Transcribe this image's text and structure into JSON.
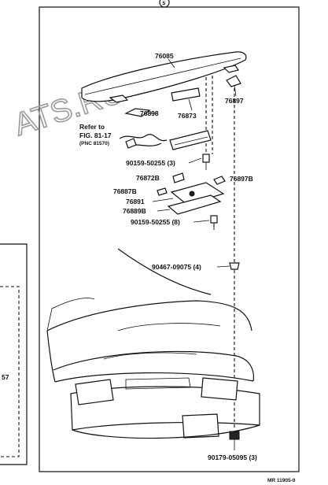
{
  "header": {
    "circle_label": "5"
  },
  "watermark": "ATS.RU",
  "callouts": {
    "spoiler": "76085",
    "lamp_cover_left": "76898",
    "lamp_lens": "76873",
    "cap_right": "76897",
    "refer_line1": "Refer to",
    "refer_line2": "FIG. 81-17",
    "refer_line3": "(PNC 81570)",
    "bolt_top": "90159-50255 (3)",
    "pad_left_upper": "76872B",
    "pad_right": "76897B",
    "pad_left_lower": "76887B",
    "bracket": "76891",
    "plate": "76889B",
    "bolt_lower": "90159-50255 (8)",
    "grommet": "90467-09075 (4)",
    "nut_bottom": "90179-05095 (3)"
  },
  "side_panel": {
    "label": "57"
  },
  "footer": {
    "code": "MR 11905-0"
  }
}
